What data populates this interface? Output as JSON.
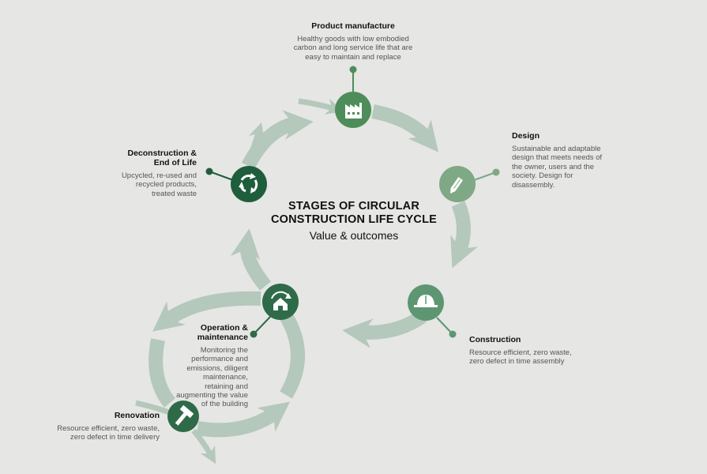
{
  "center": {
    "title_line1": "STAGES OF CIRCULAR",
    "title_line2": "CONSTRUCTION LIFE CYCLE",
    "subtitle": "Value & outcomes"
  },
  "stages": {
    "product_manufacture": {
      "title": "Product manufacture",
      "description": "Healthy goods with low embodied carbon and long service life that are easy to maintain and replace",
      "icon": "factory-icon",
      "color": "#4e8d5a"
    },
    "design": {
      "title": "Design",
      "description": "Sustainable and adaptable design that meets needs of the owner, users and the society. Design for disassembly.",
      "icon": "pencil-icon",
      "color": "#7fa885"
    },
    "construction": {
      "title": "Construction",
      "description": "Resource efficient, zero waste, zero defect in time assembly",
      "icon": "hard-hat-icon",
      "color": "#5e9672"
    },
    "operation_maintenance": {
      "title_line1": "Operation &",
      "title_line2": "maintenance",
      "description": "Monitoring the performance and emissions, diligent maintenance, retaining and augmenting the value of the building",
      "icon": "house-cycle-icon",
      "color": "#2f6b48"
    },
    "renovation": {
      "title": "Renovation",
      "description": "Resource efficient, zero waste, zero defect in time delivery",
      "icon": "hammer-icon",
      "color": "#2e6a47"
    },
    "deconstruction": {
      "title_line1": "Deconstruction &",
      "title_line2": "End of Life",
      "description": "Upcycled, re-used and recycled products, treated waste",
      "icon": "recycle-icon",
      "color": "#1f5e3c"
    }
  },
  "colors": {
    "background": "#e6e6e5",
    "arrow": "#b4c8bb"
  }
}
